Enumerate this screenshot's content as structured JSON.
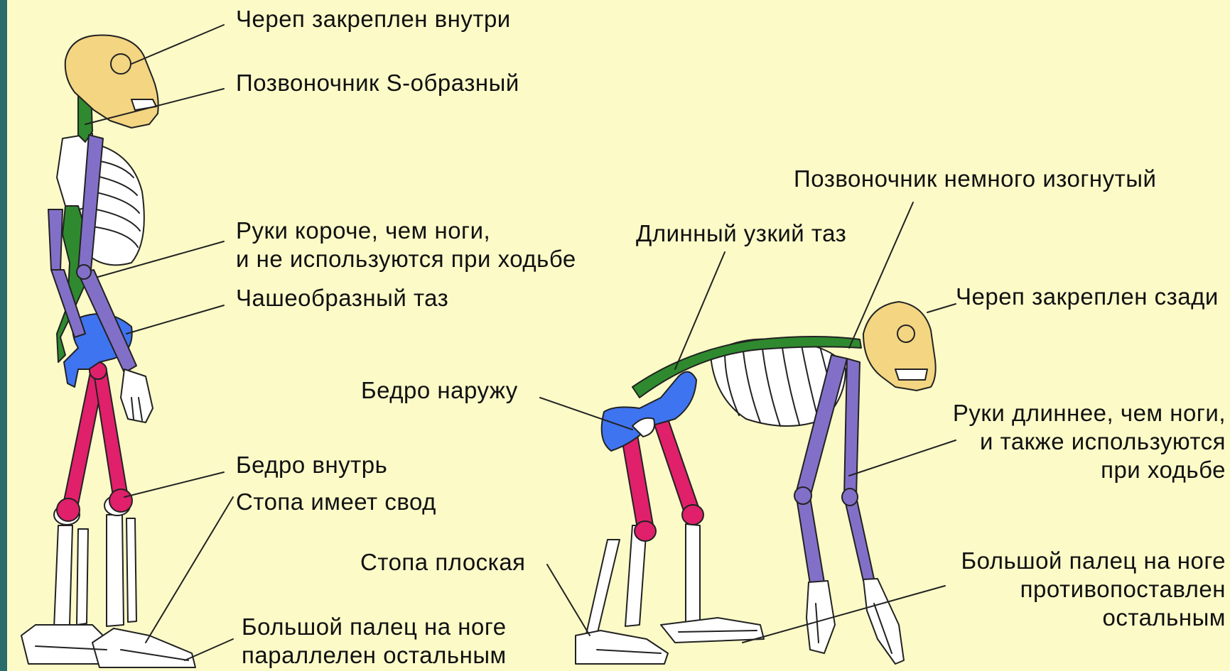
{
  "colors": {
    "background": "#fcfbc8",
    "frame": "#2a6b6c",
    "skull": "#f3d582",
    "spine": "#2f8a2f",
    "pelvis": "#3f74f0",
    "femur": "#e0206a",
    "arm": "#8270c8",
    "bone": "#ffffff",
    "outline": "#222222"
  },
  "human": {
    "skull_label": "Череп закреплен внутри",
    "spine_label": "Позвоночник S-образный",
    "arms_label": [
      "Руки короче, чем ноги,",
      "и не используются при ходьбе"
    ],
    "pelvis_label": "Чашеобразный таз",
    "femur_label": "Бедро внутрь",
    "foot_label": "Стопа имеет свод",
    "toe_label": [
      "Большой палец на ноге",
      "параллелен остальным"
    ]
  },
  "ape": {
    "spine_label": "Позвоночник немного изогнутый",
    "pelvis_label": "Длинный узкий таз",
    "skull_label": "Череп закреплен сзади",
    "femur_label": "Бедро наружу",
    "arms_label": [
      "Руки длиннее, чем ноги,",
      "и также используются",
      "при ходьбе"
    ],
    "foot_label": "Стопа плоская",
    "toe_label": [
      "Большой палец на ноге",
      "противопоставлен",
      "остальным"
    ]
  }
}
